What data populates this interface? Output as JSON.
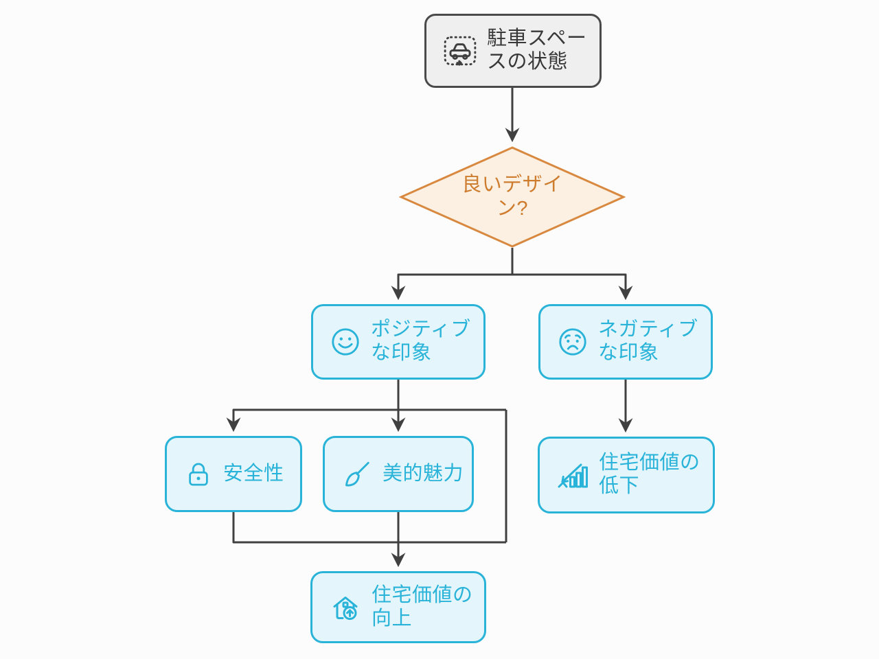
{
  "diagram_type": "flowchart",
  "colors": {
    "cyan": "#29B3D8",
    "cyan_fill": "#E4F6FC",
    "orange_border": "#D8893F",
    "orange_fill": "#FBF0E2",
    "orange_text": "#CE7D2F",
    "edge": "#404040",
    "gray_border": "#4A4A4A",
    "gray_fill": "#EFEFEF",
    "gray_text": "#383838",
    "background": "#FCFCFC"
  },
  "nodes": {
    "parking": {
      "label": "駐車スペースの状態",
      "lines": [
        "駐車スペー",
        "スの状態"
      ],
      "icon": "car-parking-icon",
      "shape": "rounded-rect"
    },
    "decision": {
      "label": "良いデザイン?",
      "lines": [
        "良いデザイ",
        "ン?"
      ],
      "shape": "diamond"
    },
    "positive": {
      "label": "ポジティブな印象",
      "lines": [
        "ポジティブ",
        "な印象"
      ],
      "icon": "smiley-face-icon",
      "shape": "rounded-rect"
    },
    "negative": {
      "label": "ネガティブな印象",
      "lines": [
        "ネガティブ",
        "な印象"
      ],
      "icon": "sad-face-icon",
      "shape": "rounded-rect"
    },
    "safety": {
      "label": "安全性",
      "lines": [
        "安全性",
        ""
      ],
      "icon": "lock-icon",
      "shape": "rounded-rect"
    },
    "aesthetic": {
      "label": "美的魅力",
      "lines": [
        "美的魅力",
        ""
      ],
      "icon": "paintbrush-icon",
      "shape": "rounded-rect"
    },
    "value_down": {
      "label": "住宅価値の低下",
      "lines": [
        "住宅価値の",
        "低下"
      ],
      "icon": "declining-chart-icon",
      "shape": "rounded-rect"
    },
    "value_up": {
      "label": "住宅価値の向上",
      "lines": [
        "住宅価値の",
        "向上"
      ],
      "icon": "house-value-up-icon",
      "shape": "rounded-rect"
    }
  },
  "edges": [
    {
      "from": "parking",
      "to": "decision"
    },
    {
      "from": "decision",
      "to": "positive"
    },
    {
      "from": "decision",
      "to": "negative"
    },
    {
      "from": "positive",
      "to": "safety"
    },
    {
      "from": "positive",
      "to": "aesthetic"
    },
    {
      "from": "safety",
      "to": "value_up"
    },
    {
      "from": "aesthetic",
      "to": "value_up"
    },
    {
      "from": "negative",
      "to": "value_down"
    }
  ]
}
